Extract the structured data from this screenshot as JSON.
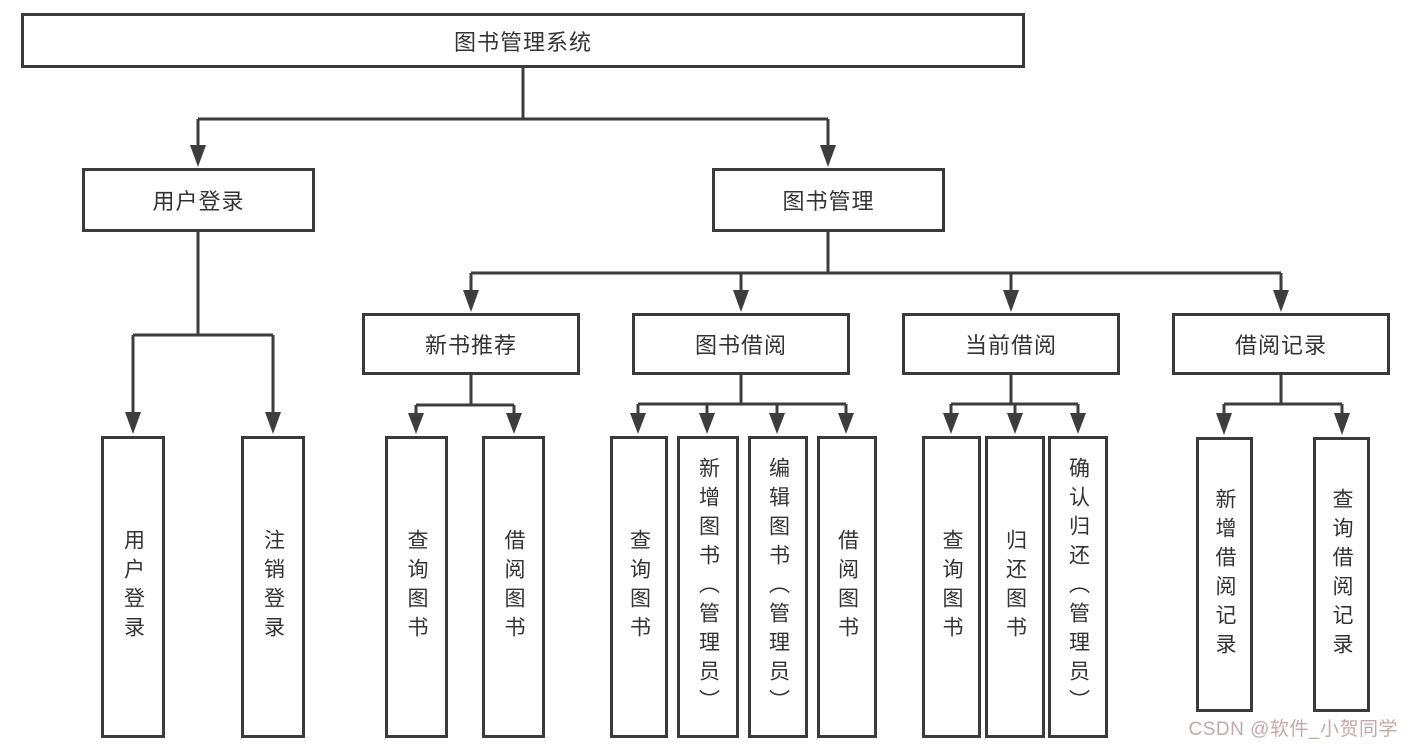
{
  "diagram": {
    "title": "图书管理系统",
    "type": "function-structure-tree",
    "tree": {
      "label": "图书管理系统",
      "children": [
        {
          "label": "用户登录",
          "children": [
            {
              "label": "用户登录"
            },
            {
              "label": "注销登录"
            }
          ]
        },
        {
          "label": "图书管理",
          "children": [
            {
              "label": "新书推荐",
              "children": [
                {
                  "label": "查询图书"
                },
                {
                  "label": "借阅图书"
                }
              ]
            },
            {
              "label": "图书借阅",
              "children": [
                {
                  "label": "查询图书"
                },
                {
                  "label": "新增图书（管理员）"
                },
                {
                  "label": "编辑图书（管理员）"
                },
                {
                  "label": "借阅图书"
                }
              ]
            },
            {
              "label": "当前借阅",
              "children": [
                {
                  "label": "查询图书"
                },
                {
                  "label": "归还图书"
                },
                {
                  "label": "确认归还（管理员）"
                }
              ]
            },
            {
              "label": "借阅记录",
              "children": [
                {
                  "label": "新增借阅记录"
                },
                {
                  "label": "查询借阅记录"
                }
              ]
            }
          ]
        }
      ]
    },
    "colors": {
      "background": "#ffffff",
      "box_border": "#3a3a3a",
      "line": "#3d3d3d",
      "text": "#333333",
      "watermark": "#c3a2a2"
    }
  },
  "watermark": {
    "text": "CSDN @软件_小贺同学"
  }
}
